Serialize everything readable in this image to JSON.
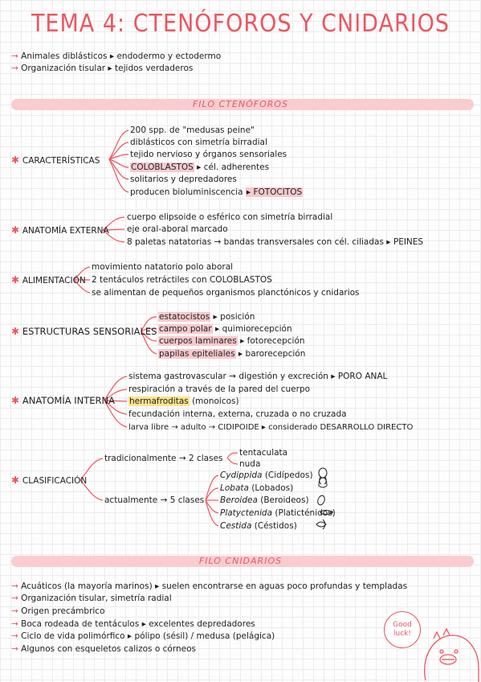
{
  "title": "TEMA 4: CTENÓFOROS Y CNIDARIOS",
  "intro": [
    "Animales diblásticos ▸ endodermo y ectodermo",
    "Organización tisular ▸ tejidos verdaderos"
  ],
  "ctenoforos": {
    "header": "FILO CTENÓFOROS",
    "caracteristicas": {
      "label": "CARACTERÍSTICAS",
      "items": [
        "200 spp. de \"medusas peine\"",
        "diblásticos con simetría birradial",
        "tejido nervioso y órganos sensoriales",
        "COLOBLASTOS",
        "▸ cél. adherentes",
        "solitarios y depredadores",
        "producen bioluminiscencia",
        "▸ FOTOCITOS"
      ]
    },
    "anatomia_externa": {
      "label": "ANATOMÍA EXTERNA",
      "items": [
        "cuerpo elipsoide o esférico con simetría birradial",
        "eje oral-aboral marcado",
        "8 paletas natatorias → bandas transversales con cél. ciliadas ▸ PEINES"
      ]
    },
    "alimentacion": {
      "label": "ALIMENTACIÓN",
      "items": [
        "movimiento natatorio polo aboral",
        "2 tentáculos retráctiles con COLOBLASTOS",
        "se alimentan de pequeños organismos planctónicos y cnidarios"
      ]
    },
    "estructuras": {
      "label": "ESTRUCTURAS SENSORIALES",
      "items": [
        {
          "name": "estatocistos",
          "detail": "▸ posición"
        },
        {
          "name": "campo polar",
          "detail": "▸ quimiorecepción"
        },
        {
          "name": "cuerpos laminares",
          "detail": "▸ fotorecepción"
        },
        {
          "name": "papilas epiteliales",
          "detail": "▸ barorecepción"
        }
      ]
    },
    "anatomia_interna": {
      "label": "ANATOMÍA INTERNA",
      "items": [
        "sistema gastrovascular → digestión y excreción ▸ PORO ANAL",
        "respiración a través de la pared del cuerpo",
        "hermafroditas",
        "(monoicos)",
        "fecundación interna, externa, cruzada o no cruzada",
        "larva libre → adulto → CIDIPOIDE ▸ considerado DESARROLLO DIRECTO"
      ]
    },
    "clasificacion": {
      "label": "CLASIFICACIÓN",
      "tradicional": "tradicionalmente → 2 clases",
      "tradicional_clases": [
        "tentaculata",
        "nuda"
      ],
      "actual": "actualmente → 5 clases",
      "actual_clases": [
        {
          "latin": "Cydippida",
          "common": "(Cidípedos)"
        },
        {
          "latin": "Lobata",
          "common": "(Lobados)"
        },
        {
          "latin": "Beroidea",
          "common": "(Beroideos)"
        },
        {
          "latin": "Platyctenida",
          "common": "(Platicténidos)"
        },
        {
          "latin": "Cestida",
          "common": "(Céstidos)"
        }
      ]
    }
  },
  "cnidarios": {
    "header": "FILO CNIDARIOS",
    "items": [
      "Acuáticos (la mayoría marinos) ▸ suelen encontrarse en aguas poco profundas y templadas",
      "Organización tisular, simetría radial",
      "Origen precámbrico",
      "Boca rodeada de tentáculos ▸ excelentes depredadores",
      "Ciclo de vida polimórfico ▸ pólipo (sésil) / medusa (pelágica)",
      "Algunos con esqueletos calizos o córneos"
    ]
  },
  "sticker": "Good luck!",
  "colors": {
    "accent": "#ee5560",
    "band": "#f9cdd0",
    "highlight_pink": "#f7c9cd",
    "highlight_yellow": "#fbe48a"
  }
}
